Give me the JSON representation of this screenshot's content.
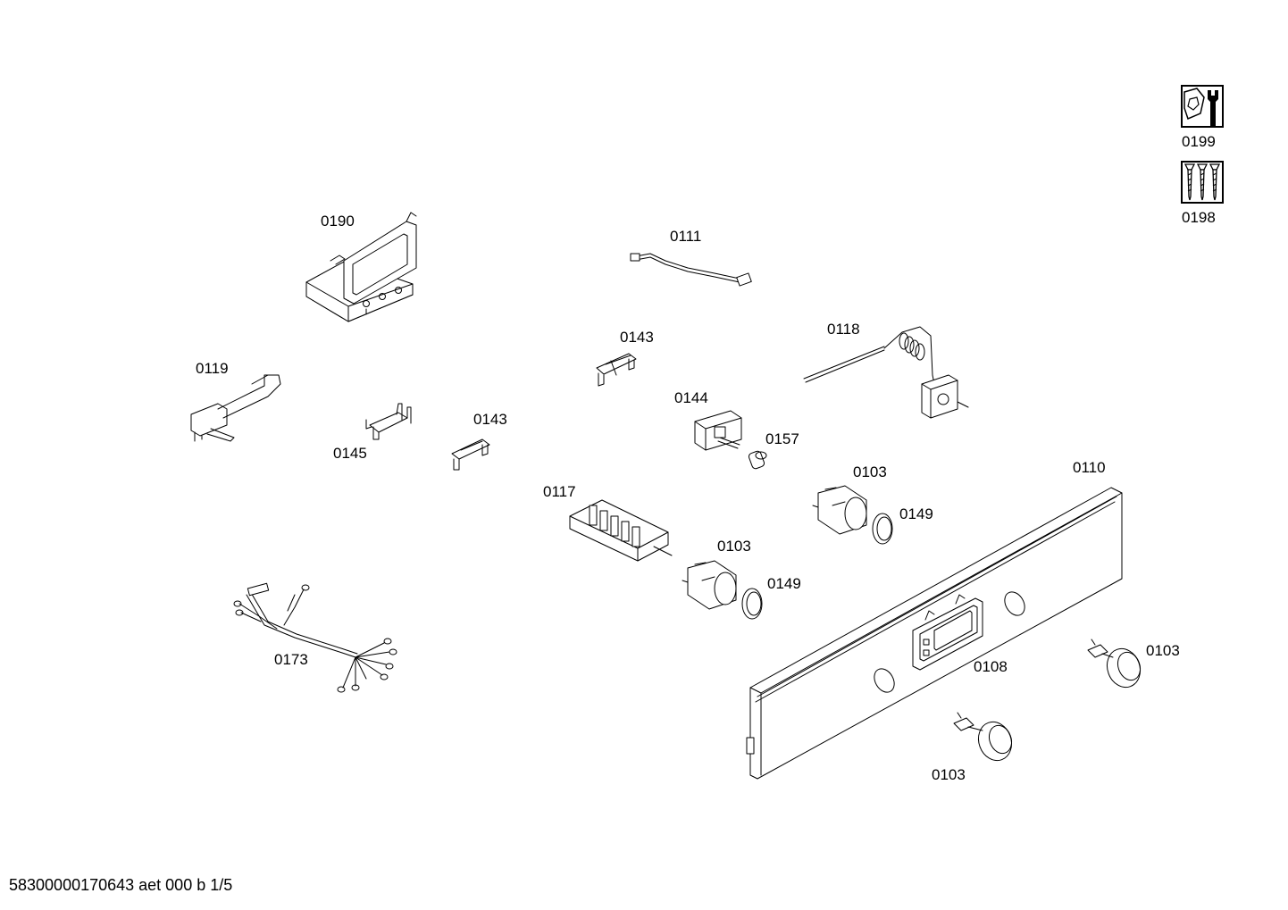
{
  "parts": [
    {
      "id": "p0190",
      "number": "0190"
    },
    {
      "id": "p0111",
      "number": "0111"
    },
    {
      "id": "p0143a",
      "number": "0143"
    },
    {
      "id": "p0118",
      "number": "0118"
    },
    {
      "id": "p0119",
      "number": "0119"
    },
    {
      "id": "p0145",
      "number": "0145"
    },
    {
      "id": "p0143b",
      "number": "0143"
    },
    {
      "id": "p0144",
      "number": "0144"
    },
    {
      "id": "p0157",
      "number": "0157"
    },
    {
      "id": "p0103a",
      "number": "0103"
    },
    {
      "id": "p0110",
      "number": "0110"
    },
    {
      "id": "p0117",
      "number": "0117"
    },
    {
      "id": "p0149a",
      "number": "0149"
    },
    {
      "id": "p0103b",
      "number": "0103"
    },
    {
      "id": "p0149b",
      "number": "0149"
    },
    {
      "id": "p0173",
      "number": "0173"
    },
    {
      "id": "p0108",
      "number": "0108"
    },
    {
      "id": "p0103c",
      "number": "0103"
    },
    {
      "id": "p0103d",
      "number": "0103"
    }
  ],
  "tools": [
    {
      "id": "wrench",
      "number": "0199",
      "icon": "nut-wrench-icon"
    },
    {
      "id": "screws",
      "number": "0198",
      "icon": "screws-icon"
    }
  ],
  "footer": {
    "document_code": "58300000170643 aet 000 b 1/5"
  }
}
